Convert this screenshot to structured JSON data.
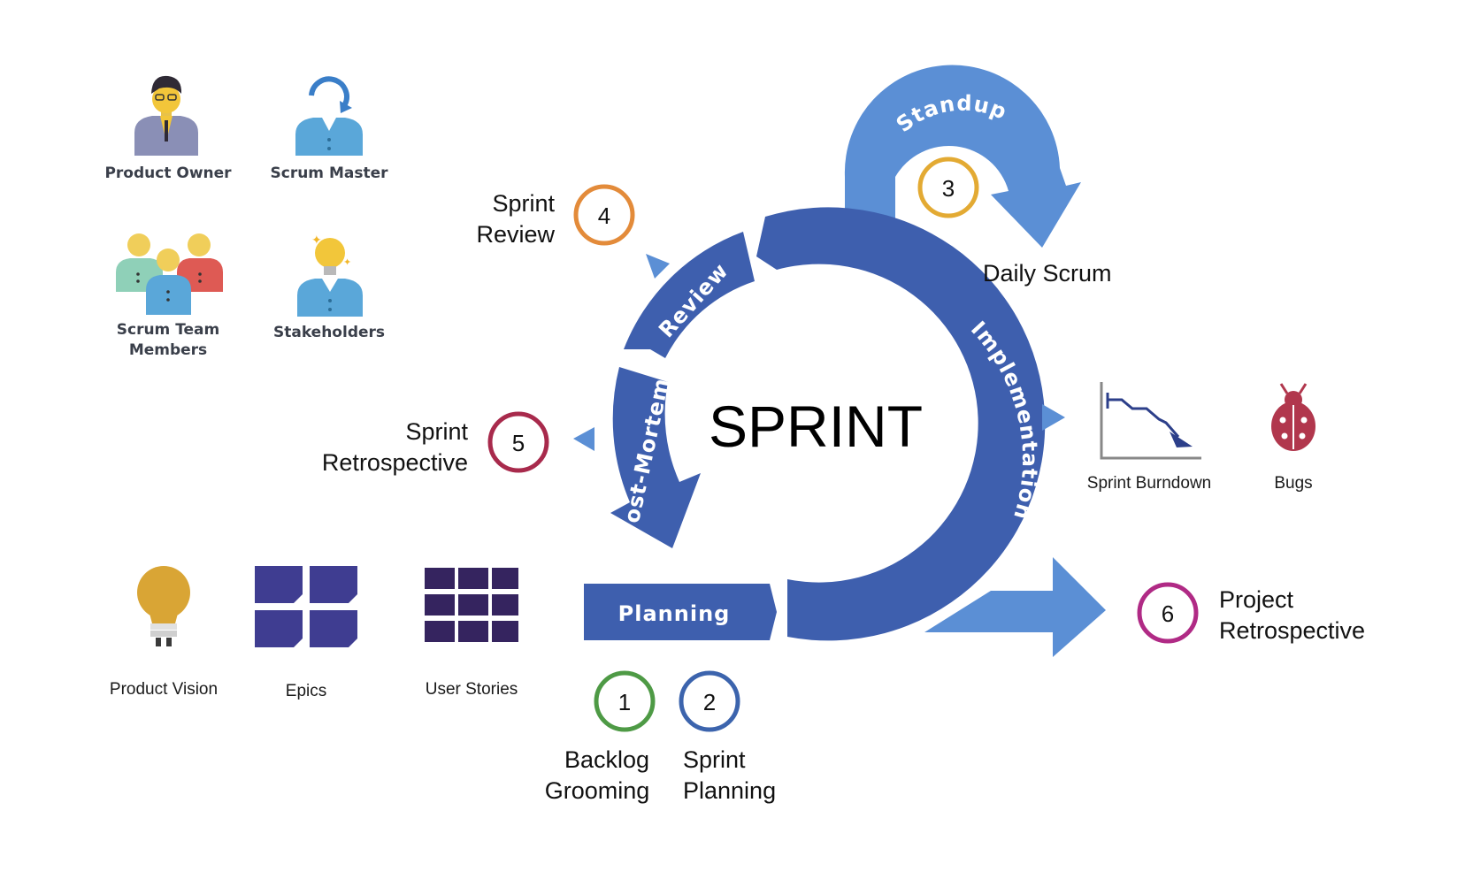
{
  "roles": {
    "product_owner": "Product Owner",
    "scrum_master": "Scrum Master",
    "scrum_team_line1": "Scrum Team",
    "scrum_team_line2": "Members",
    "stakeholders": "Stakeholders"
  },
  "artifacts": {
    "product_vision": "Product Vision",
    "epics": "Epics",
    "user_stories": "User Stories",
    "sprint_burndown": "Sprint Burndown",
    "bugs": "Bugs"
  },
  "sprint": {
    "title": "SPRINT",
    "phases": {
      "standup": "Standup",
      "review": "Review",
      "post_mortem": "Post-Mortem",
      "implementation": "Implementation",
      "planning": "Planning"
    }
  },
  "steps": [
    {
      "number": "1",
      "line1": "Backlog",
      "line2": "Grooming",
      "color": "#4e9a45"
    },
    {
      "number": "2",
      "line1": "Sprint",
      "line2": "Planning",
      "color": "#3c64ad"
    },
    {
      "number": "3",
      "line1": "Daily Scrum",
      "line2": "",
      "color": "#e3aa33"
    },
    {
      "number": "4",
      "line1": "Sprint",
      "line2": "Review",
      "color": "#e38b3a"
    },
    {
      "number": "5",
      "line1": "Sprint",
      "line2": "Retrospective",
      "color": "#a82a4c"
    },
    {
      "number": "6",
      "line1": "Project",
      "line2": "Retrospective",
      "color": "#b02a85"
    }
  ],
  "colors": {
    "dark_blue": "#3e5fae",
    "light_blue": "#5b8fd5",
    "purple": "#3f3d91",
    "dark_purple": "#35245f",
    "gold": "#d9a535"
  }
}
